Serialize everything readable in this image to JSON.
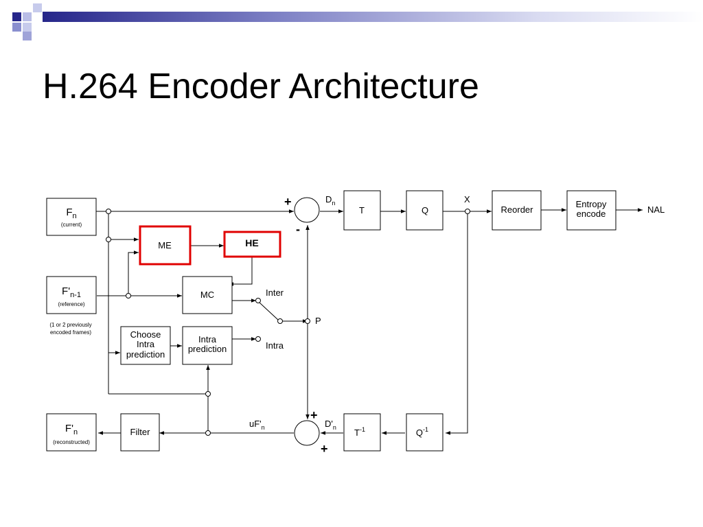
{
  "slide": {
    "title": "H.264 Encoder Architecture",
    "accent_color": "#2e2e8f",
    "highlight_color": "#e00000"
  },
  "diagram": {
    "blocks": {
      "fn": {
        "main": "F",
        "sub": "n",
        "note": "(current)"
      },
      "fref": {
        "main": "F'",
        "sub": "n-1",
        "note": "(reference)"
      },
      "fref_note": [
        "(1 or 2 previously",
        "encoded frames)"
      ],
      "frec": {
        "main": "F'",
        "sub": "n",
        "note": "(reconstructed)"
      },
      "me": "ME",
      "he": "HE",
      "mc": "MC",
      "choose_intra": [
        "Choose",
        "Intra",
        "prediction"
      ],
      "intra_pred": [
        "Intra",
        "prediction"
      ],
      "filter": "Filter",
      "t": "T",
      "q": "Q",
      "reorder": "Reorder",
      "entropy": [
        "Entropy",
        "encode"
      ],
      "tinv": {
        "main": "T",
        "sup": "-1"
      },
      "qinv": {
        "main": "Q",
        "sup": "-1"
      }
    },
    "labels": {
      "nal": "NAL",
      "x": "X",
      "dn": {
        "main": "D",
        "sub": "n"
      },
      "dn_prime": {
        "main": "D'",
        "sub": "n"
      },
      "ufn": {
        "main": "uF'",
        "sub": "n"
      },
      "inter": "Inter",
      "intra": "Intra",
      "p": "P",
      "plus_top": "+",
      "minus_top": "-",
      "plus_bottom_top": "+",
      "plus_bottom_bottom": "+"
    }
  }
}
